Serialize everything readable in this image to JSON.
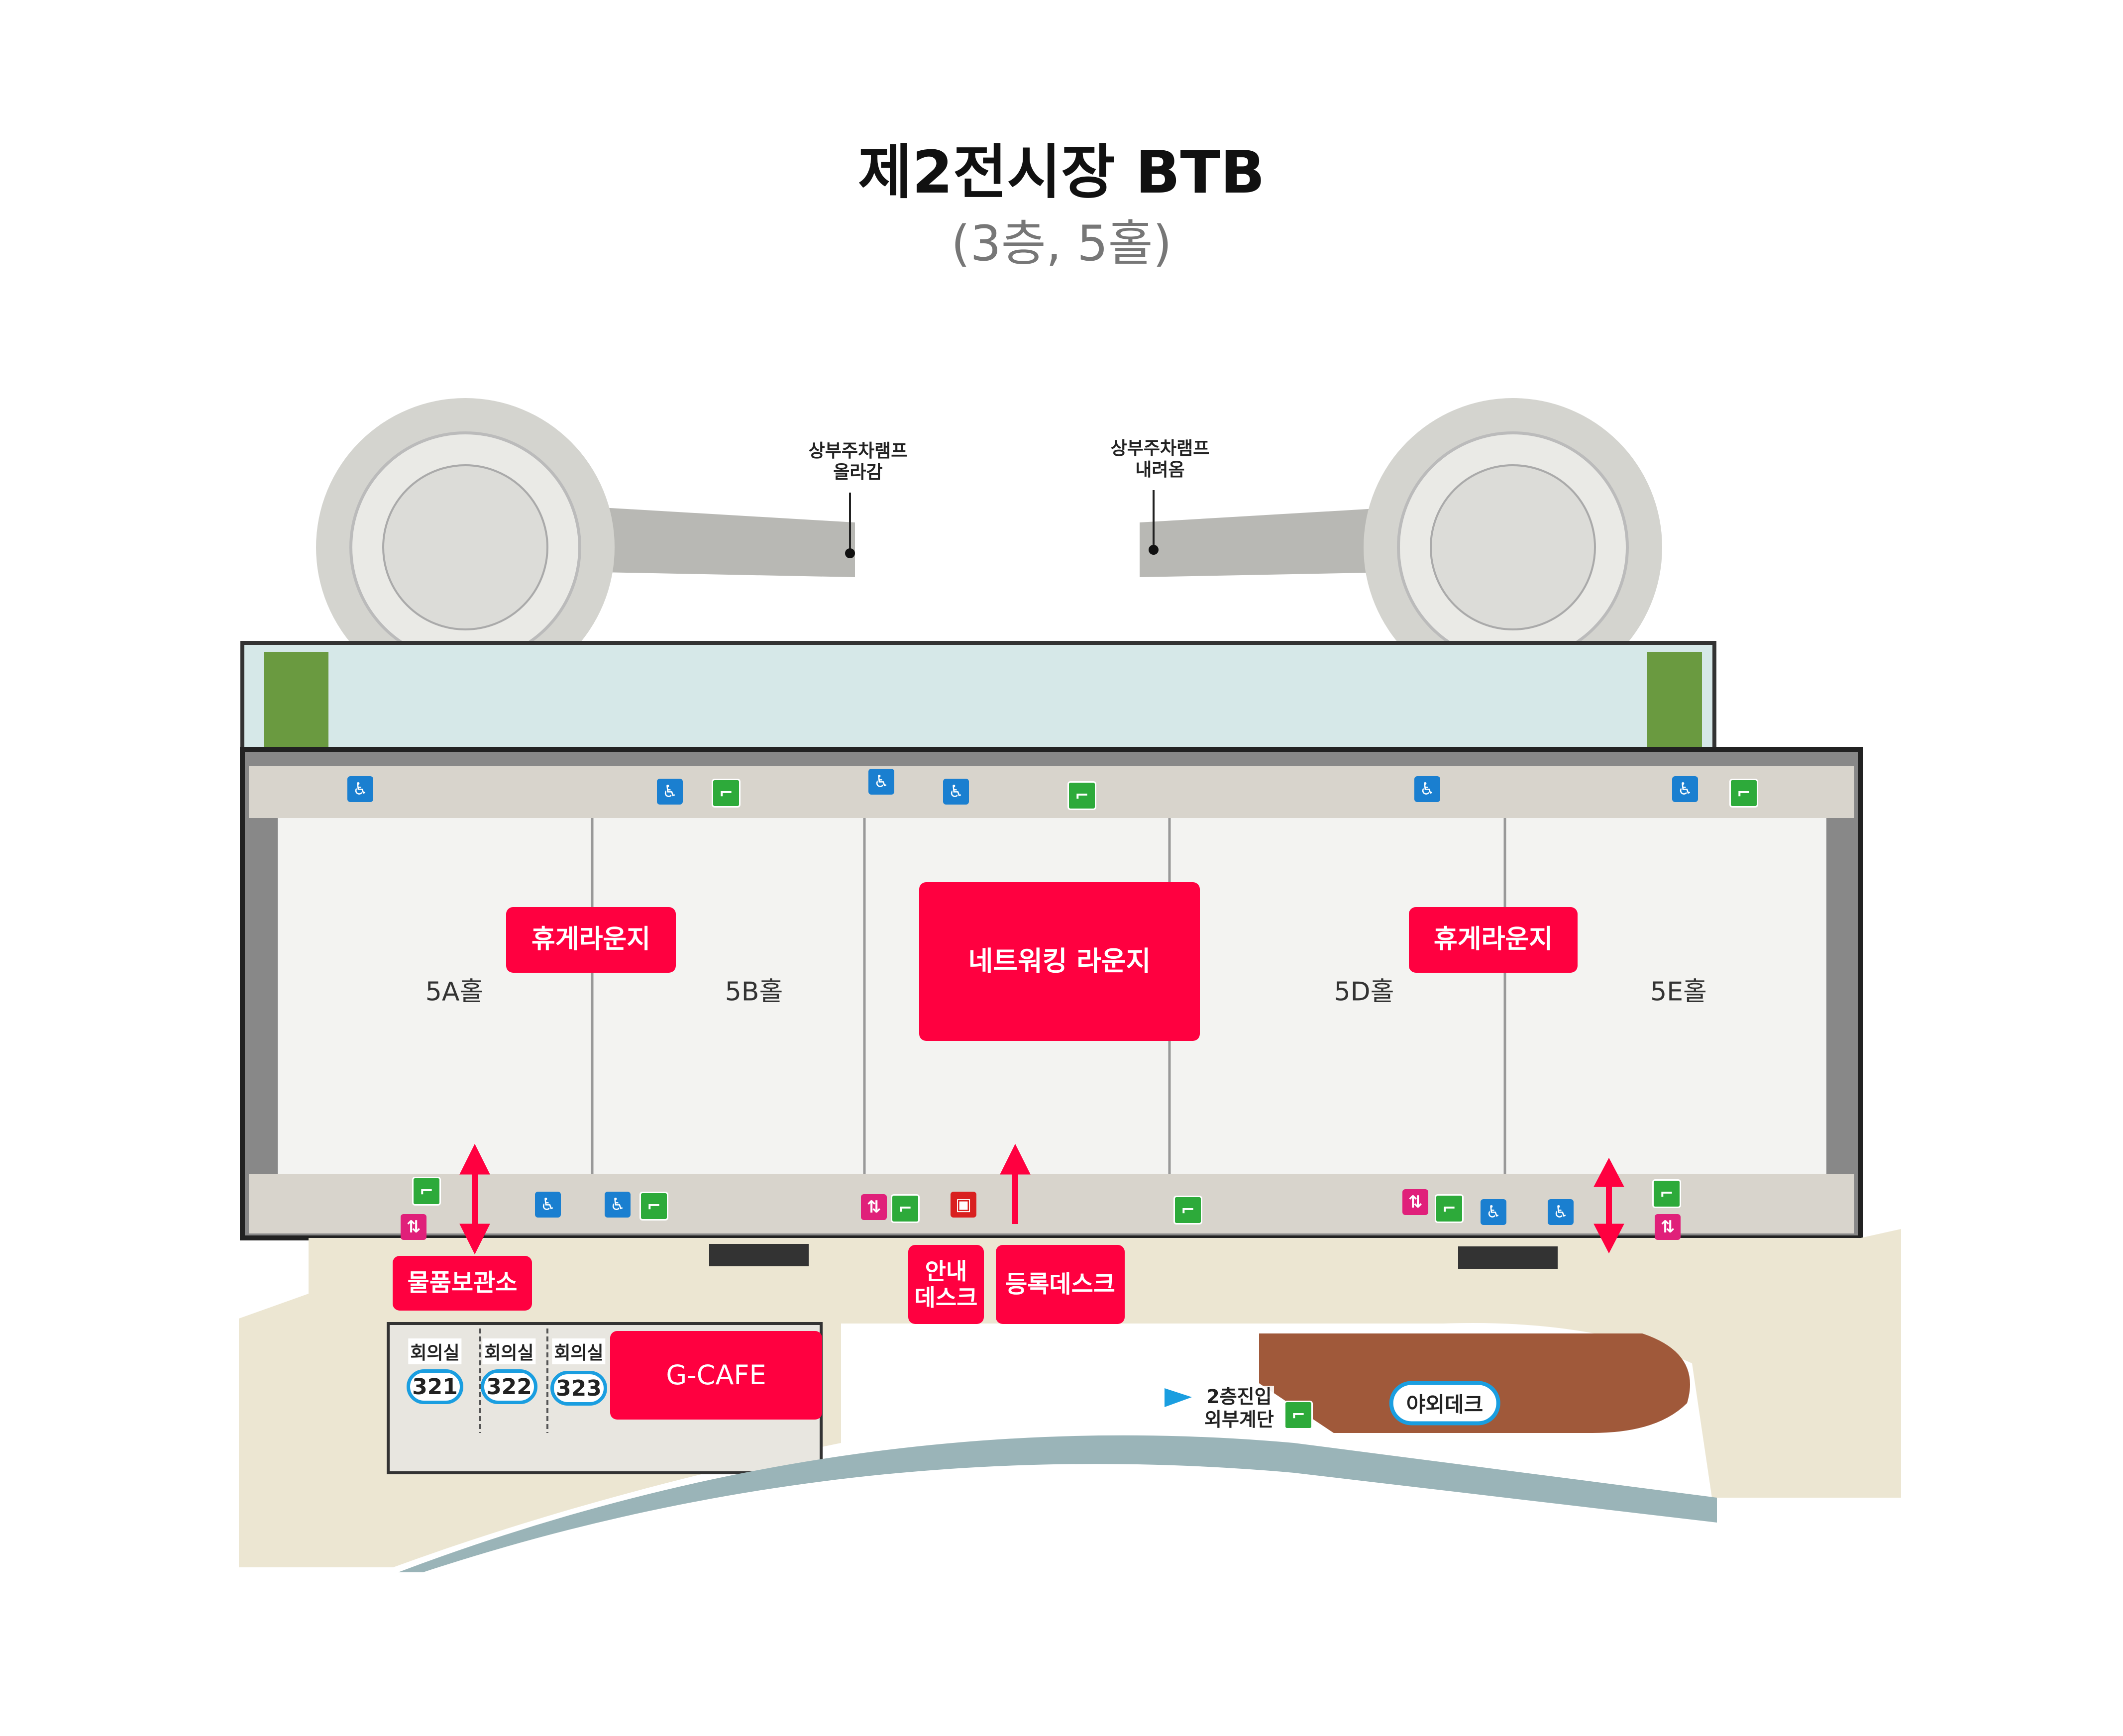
{
  "header": {
    "title": "제2전시장 BTB",
    "subtitle": "(3층, 5홀)"
  },
  "ramps": {
    "up": {
      "line1": "상부주차램프",
      "line2": "올라감"
    },
    "down": {
      "line1": "상부주차램프",
      "line2": "내려옴"
    }
  },
  "halls": [
    "5A홀",
    "5B홀",
    "5D홀",
    "5E홀"
  ],
  "areas": {
    "lounge_left": "휴게라운지",
    "lounge_right": "휴게라운지",
    "networking": "네트워킹 라운지",
    "storage": "물품보관소",
    "info_desk": {
      "line1": "안내",
      "line2": "데스크"
    },
    "registration": "등록데스크",
    "cafe": "G-CAFE",
    "deck": "야외데크",
    "entry": {
      "line1": "2층진입",
      "line2": "외부계단"
    }
  },
  "meeting_rooms": [
    {
      "label": "회의실",
      "number": "321"
    },
    {
      "label": "회의실",
      "number": "322"
    },
    {
      "label": "회의실",
      "number": "323"
    }
  ],
  "colors": {
    "accent": "#ff0040",
    "badge_border": "#1a9ee0",
    "deck": "#a0593a",
    "corridor": "#d6e8e8",
    "lobby": "#ece6d2"
  }
}
